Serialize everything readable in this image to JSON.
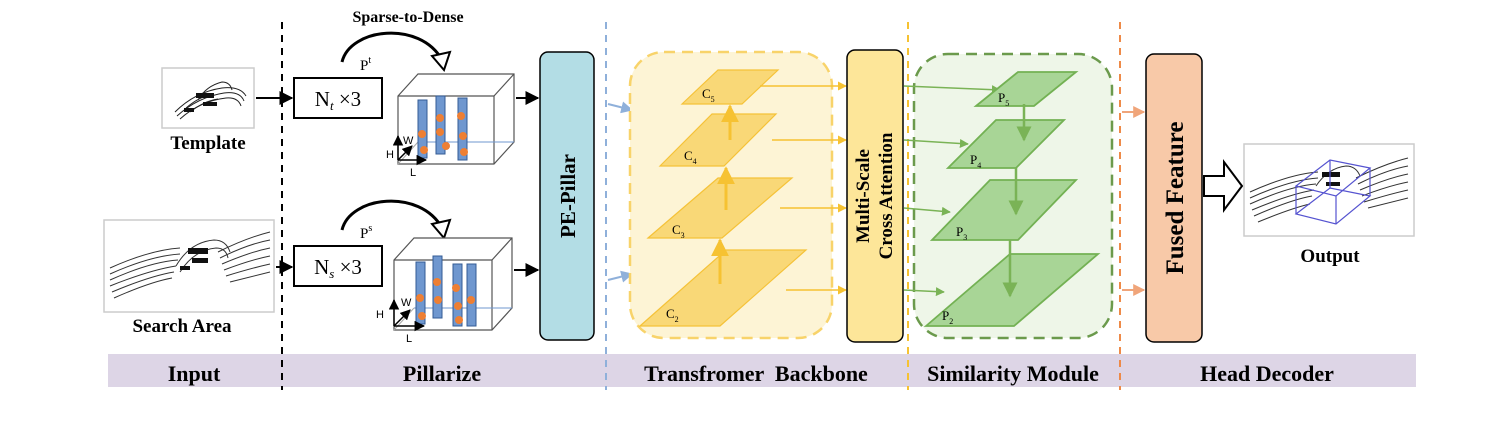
{
  "labels": {
    "sparse_to_dense": "Sparse-to-Dense",
    "template": "Template",
    "search_area": "Search Area",
    "output": "Output",
    "pe_pillar": "PE-Pillar",
    "multiscale_line1": "Multi-Scale",
    "multiscale_line2": "Cross Attention",
    "fused_feature": "Fused Feature",
    "p_t_base": "P",
    "p_t_sup": "t",
    "p_s_base": "P",
    "p_s_sup": "s",
    "nt_N": "N",
    "nt_sub": "t",
    "nt_rest": " ×3",
    "ns_N": "N",
    "ns_sub": "s",
    "ns_rest": " ×3",
    "axis_h": "H",
    "axis_w": "W",
    "axis_l": "L",
    "c5": "C",
    "c5_sub": "5",
    "c4": "C",
    "c4_sub": "4",
    "c3": "C",
    "c3_sub": "3",
    "c2": "C",
    "c2_sub": "2",
    "p5": "P",
    "p5_sub": "5",
    "p4": "P",
    "p4_sub": "4",
    "p3": "P",
    "p3_sub": "3",
    "p2": "P",
    "p2_sub": "2"
  },
  "stages": {
    "input": "Input",
    "pillarize": "Pillarize",
    "backbone": "Transfromer  Backbone",
    "similarity": "Similarity Module",
    "head": "Head Decoder"
  },
  "colors": {
    "stage_bar": "#ddd5e6",
    "pe_pillar": "#b3dde5",
    "multiscale": "#fde699",
    "fused": "#f8c9a8",
    "yellow_plane": "#f9d877",
    "green_plane": "#a8d596",
    "pillar_blue": "#6f97cf",
    "point_orange": "#ee7f33"
  }
}
